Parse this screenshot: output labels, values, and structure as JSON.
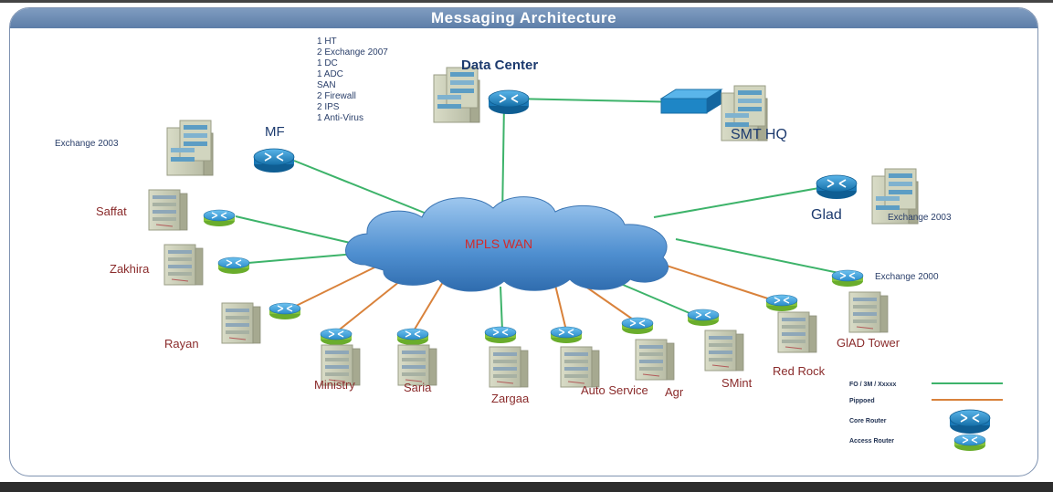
{
  "title": "Messaging Architecture",
  "hub": "MPLS WAN",
  "data_center": {
    "label": "Data Center",
    "inventory": [
      "1 HT",
      "2 Exchange 2007",
      "1 DC",
      "1 ADC",
      "SAN",
      "2 Firewall",
      "2 IPS",
      "1 Anti-Virus"
    ]
  },
  "sites": {
    "smt_hq": "SMT HQ",
    "mf": "MF",
    "mf_exchange": "Exchange 2003",
    "glad": "Glad",
    "glad_exchange": "Exchange 2003",
    "glad_tower_exchange": "Exchange 2000",
    "saffat": "Saffat",
    "zakhira": "Zakhira",
    "rayan": "Rayan",
    "ministry": "Ministry",
    "saria": "Saria",
    "zargaa": "Zargaa",
    "auto_service": "Auto Service",
    "agr": "Agr",
    "smint": "SMint",
    "red_rock": "Red Rock",
    "glad_tower": "GlAD Tower"
  },
  "legend": {
    "fo_link": "FO / 3M / Xxxxx",
    "pipped": "Pippoed",
    "core_router": "Core Router",
    "access_router": "Access Router"
  },
  "colors": {
    "fo_link": "#3db36a",
    "pipped": "#d9823b",
    "core_router": "#1f86c6",
    "access_router": "#8ccc3f",
    "cloud": "#4f8fd0"
  }
}
